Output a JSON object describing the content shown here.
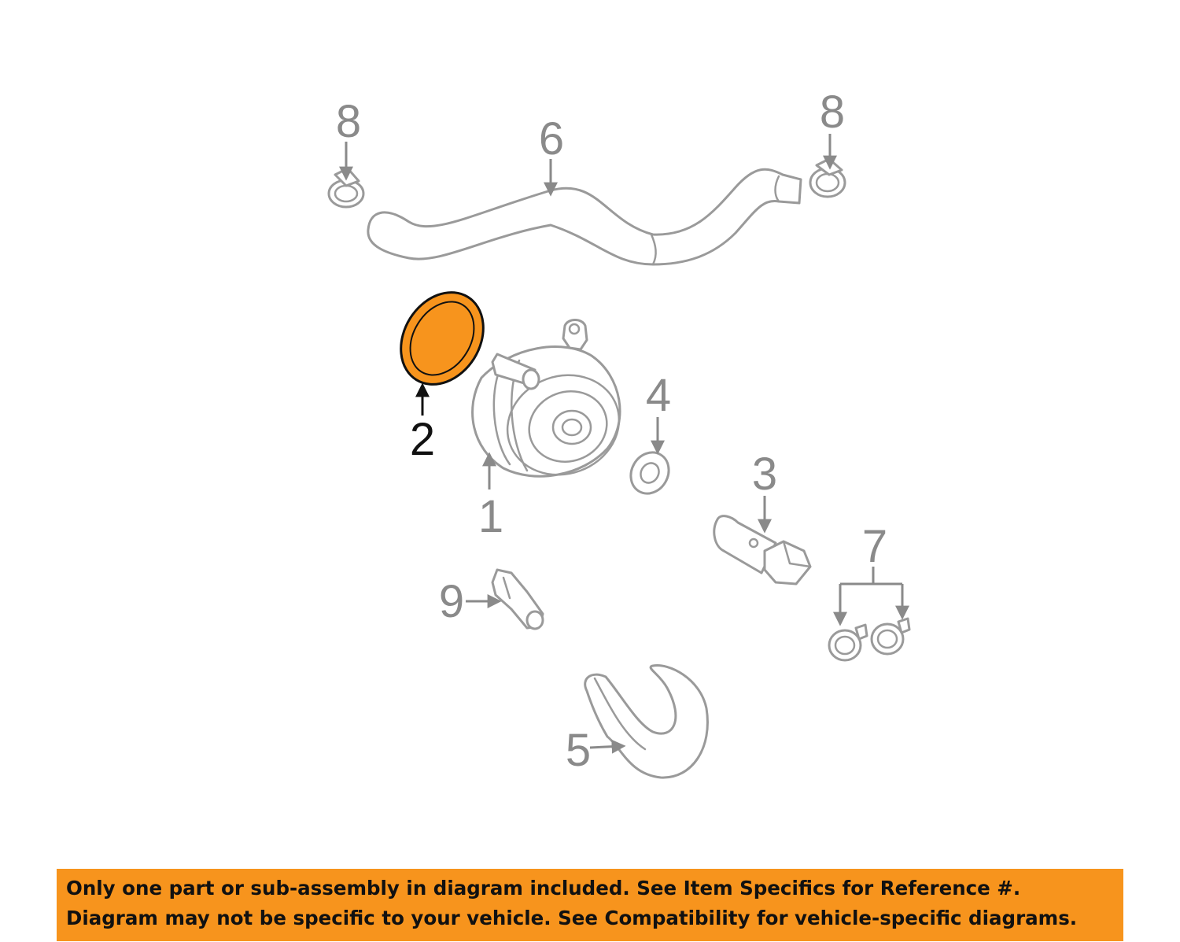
{
  "callouts": {
    "c1": "1",
    "c2": "2",
    "c3": "3",
    "c4": "4",
    "c5": "5",
    "c6": "6",
    "c7": "7",
    "c8_left": "8",
    "c8_right": "8",
    "c9": "9"
  },
  "highlighted_part": "2",
  "colors": {
    "highlight": "#f7941d",
    "line": "#9a9a9a",
    "banner": "#f7941d"
  },
  "notice": {
    "line1": "Only one part or sub-assembly in diagram included. See Item Specifics for Reference #.",
    "line2": "Diagram may not be specific to your vehicle. See Compatibility for vehicle-specific diagrams."
  }
}
